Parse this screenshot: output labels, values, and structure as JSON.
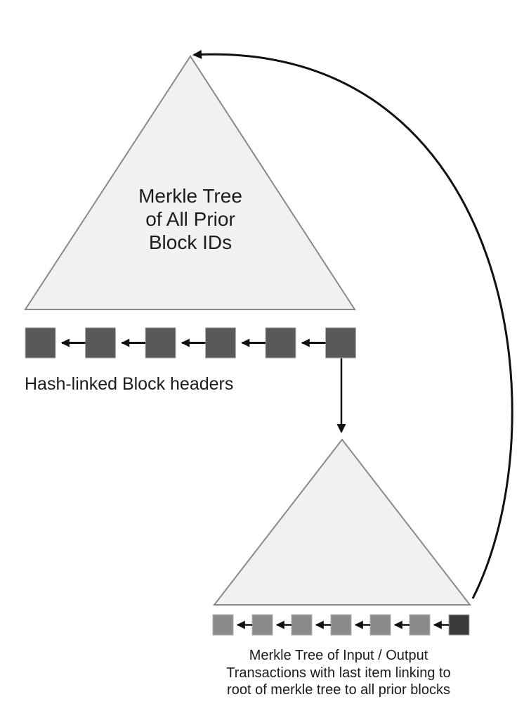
{
  "diagram": {
    "background_color": "#ffffff",
    "arrow_color": "#111111",
    "top_triangle": {
      "label": "Merkle Tree\nof All Prior\nBlock IDs",
      "fill_color": "#f1f1f1",
      "border_color": "#8a8a8a"
    },
    "block_header_chain": {
      "label": "Hash-linked Block headers",
      "square_count": 6,
      "square_color": "#595959"
    },
    "bottom_triangle": {
      "fill_color": "#f1f1f1",
      "border_color": "#8a8a8a"
    },
    "transaction_chain": {
      "caption": "Merkle Tree of Input / Output\nTransactions with last item linking to\nroot of merkle tree to all prior blocks",
      "square_count": 7,
      "square_color": "#8a8a8a",
      "last_square_color": "#3b3b3b"
    }
  }
}
